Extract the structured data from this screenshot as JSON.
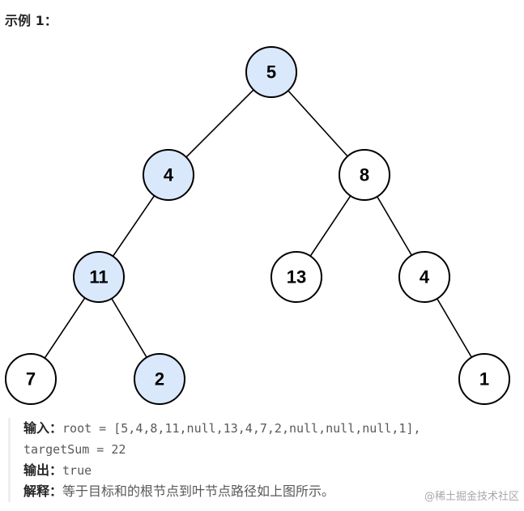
{
  "header": {
    "title": "示例 1："
  },
  "colors": {
    "highlight_fill": "#dae8fc",
    "plain_fill": "#ffffff",
    "stroke": "#000000"
  },
  "tree": {
    "nodes": [
      {
        "id": "n5",
        "label": "5",
        "highlighted": true
      },
      {
        "id": "n4",
        "label": "4",
        "highlighted": true
      },
      {
        "id": "n8",
        "label": "8",
        "highlighted": false
      },
      {
        "id": "n11",
        "label": "11",
        "highlighted": true
      },
      {
        "id": "n13",
        "label": "13",
        "highlighted": false
      },
      {
        "id": "n4b",
        "label": "4",
        "highlighted": false
      },
      {
        "id": "n7",
        "label": "7",
        "highlighted": false
      },
      {
        "id": "n2",
        "label": "2",
        "highlighted": true
      },
      {
        "id": "n1",
        "label": "1",
        "highlighted": false
      }
    ],
    "edges": [
      [
        "n5",
        "n4"
      ],
      [
        "n5",
        "n8"
      ],
      [
        "n4",
        "n11"
      ],
      [
        "n8",
        "n13"
      ],
      [
        "n8",
        "n4b"
      ],
      [
        "n11",
        "n7"
      ],
      [
        "n11",
        "n2"
      ],
      [
        "n4b",
        "n1"
      ]
    ]
  },
  "example": {
    "input_label": "输入：",
    "input_line1": "root = [5,4,8,11,null,13,4,7,2,null,null,null,1],",
    "input_line2": "targetSum = 22",
    "output_label": "输出：",
    "output_value": "true",
    "explain_label": "解释：",
    "explain_text": "等于目标和的根节点到叶节点路径如上图所示。"
  },
  "watermark": "@稀土掘金技术社区"
}
